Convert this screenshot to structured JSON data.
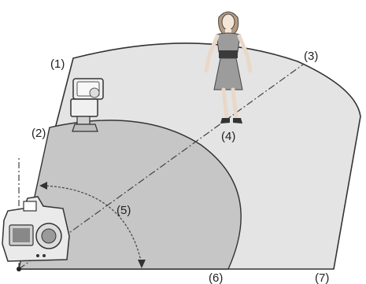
{
  "colors": {
    "outer_zone": "#e4e4e4",
    "inner_zone": "#c6c6c6",
    "outline": "#333333",
    "guide_line": "#444444"
  },
  "labels": {
    "l1": "(1)",
    "l2": "(2)",
    "l3": "(3)",
    "l4": "(4)",
    "l5": "(5)",
    "l6": "(6)",
    "l7": "(7)"
  },
  "figures": {
    "person": "standing-person",
    "flash": "speedlite-flash",
    "camera": "dslr-camera"
  }
}
